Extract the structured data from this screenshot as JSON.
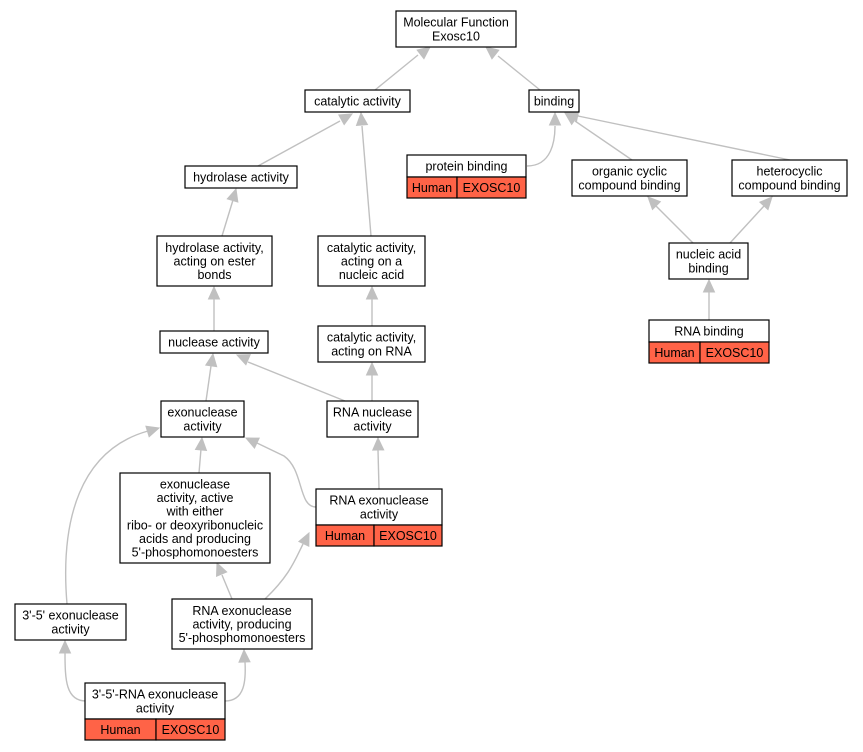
{
  "graph": {
    "nodes": {
      "root": {
        "lines": [
          "Molecular Function",
          "Exosc10"
        ]
      },
      "catalytic": {
        "lines": [
          "catalytic activity"
        ]
      },
      "binding": {
        "lines": [
          "binding"
        ]
      },
      "protein_binding": {
        "lines": [
          "protein binding"
        ],
        "annotation": [
          "Human",
          "EXOSC10"
        ]
      },
      "hydrolase": {
        "lines": [
          "hydrolase activity"
        ]
      },
      "organic_cyclic": {
        "lines": [
          "organic cyclic",
          "compound binding"
        ]
      },
      "heterocyclic": {
        "lines": [
          "heterocyclic",
          "compound binding"
        ]
      },
      "hydrolase_ester": {
        "lines": [
          "hydrolase activity,",
          "acting on ester",
          "bonds"
        ]
      },
      "catalytic_nucleic": {
        "lines": [
          "catalytic activity,",
          "acting on a",
          "nucleic acid"
        ]
      },
      "nucleic_binding": {
        "lines": [
          "nucleic acid",
          "binding"
        ]
      },
      "nuclease": {
        "lines": [
          "nuclease activity"
        ]
      },
      "catalytic_rna": {
        "lines": [
          "catalytic activity,",
          "acting on RNA"
        ]
      },
      "rna_binding": {
        "lines": [
          "RNA binding"
        ],
        "annotation": [
          "Human",
          "EXOSC10"
        ]
      },
      "exonuclease": {
        "lines": [
          "exonuclease",
          "activity"
        ]
      },
      "rna_nuclease": {
        "lines": [
          "RNA nuclease",
          "activity"
        ]
      },
      "exo_active": {
        "lines": [
          "exonuclease",
          "activity, active",
          "with either",
          "ribo- or deoxyribonucleic",
          "acids and producing",
          "5'-phosphomonoesters"
        ]
      },
      "rna_exonuclease": {
        "lines": [
          "RNA exonuclease",
          "activity"
        ],
        "annotation": [
          "Human",
          "EXOSC10"
        ]
      },
      "exo35": {
        "lines": [
          "3'-5' exonuclease",
          "activity"
        ]
      },
      "rna_exo_producing": {
        "lines": [
          "RNA exonuclease",
          "activity, producing",
          "5'-phosphomonoesters"
        ]
      },
      "rna_exo35": {
        "lines": [
          "3'-5'-RNA exonuclease",
          "activity"
        ],
        "annotation": [
          "Human",
          "EXOSC10"
        ]
      }
    }
  },
  "colors": {
    "annotation_fill": "#ff6347",
    "edge": "#c0c0c0",
    "border": "#000000"
  }
}
